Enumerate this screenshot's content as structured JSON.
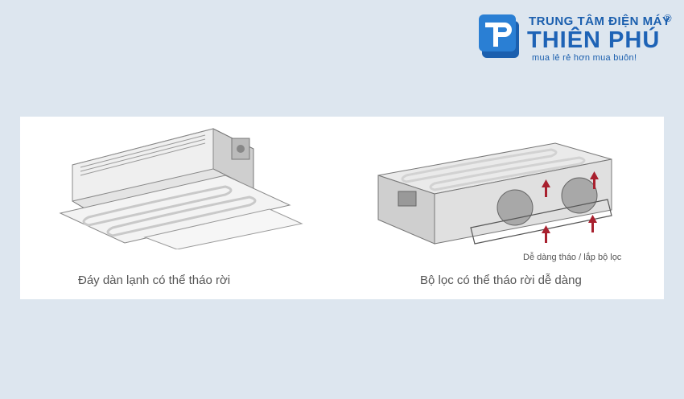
{
  "brand": {
    "line1": "TRUNG TÂM ĐIỆN MÁY",
    "registered": "®",
    "line2": "THIÊN PHÚ",
    "slogan": "mua lẻ rẻ hơn mua buôn!",
    "logo_icon": "tp-logo-mark",
    "colors": {
      "blue": "#1b5fae"
    }
  },
  "panel": {
    "left_caption": "Đáy dàn lạnh có thể tháo rời",
    "right_caption": "Bộ lọc có thể tháo rời dễ dàng",
    "filter_note": "Dễ dàng tháo / lắp bộ lọc",
    "arrow_color": "#a8202e"
  }
}
